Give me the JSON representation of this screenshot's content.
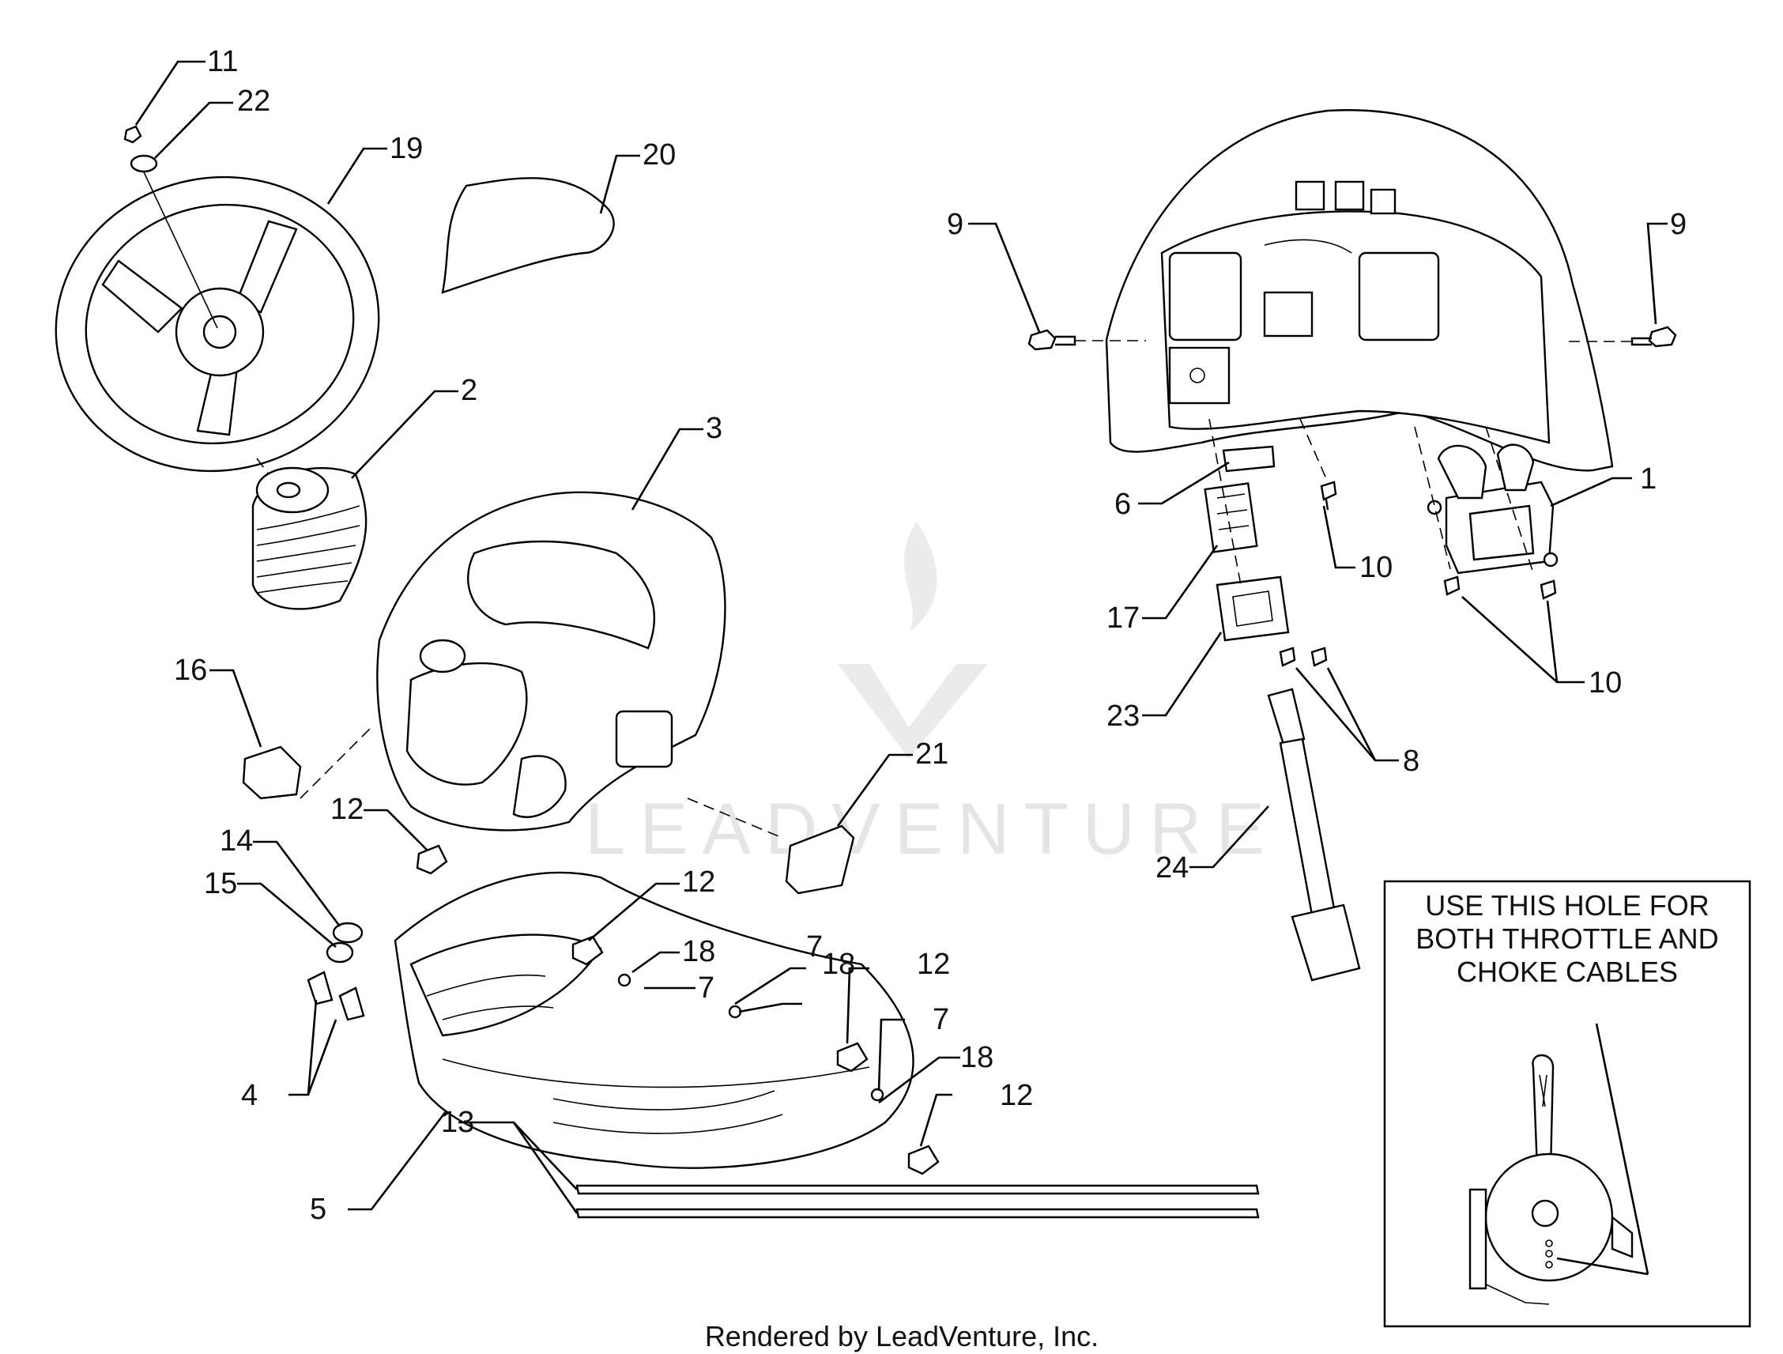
{
  "callouts": {
    "c1": "1",
    "c2": "2",
    "c3": "3",
    "c4": "4",
    "c5": "5",
    "c6": "6",
    "c7a": "7",
    "c7b": "7",
    "c7c": "7",
    "c8": "8",
    "c9a": "9",
    "c9b": "9",
    "c10a": "10",
    "c10b": "10",
    "c11": "11",
    "c12a": "12",
    "c12b": "12",
    "c12c": "12",
    "c12d": "12",
    "c13": "13",
    "c14": "14",
    "c15": "15",
    "c16": "16",
    "c17": "17",
    "c18a": "18",
    "c18b": "18",
    "c18c": "18",
    "c19": "19",
    "c20": "20",
    "c21": "21",
    "c22": "22",
    "c23": "23",
    "c24": "24"
  },
  "note": {
    "line1": "USE THIS HOLE FOR",
    "line2": "BOTH THROTTLE AND",
    "line3": "CHOKE CABLES"
  },
  "watermark": "LEADVENTURE",
  "footer": "Rendered by LeadVenture, Inc."
}
